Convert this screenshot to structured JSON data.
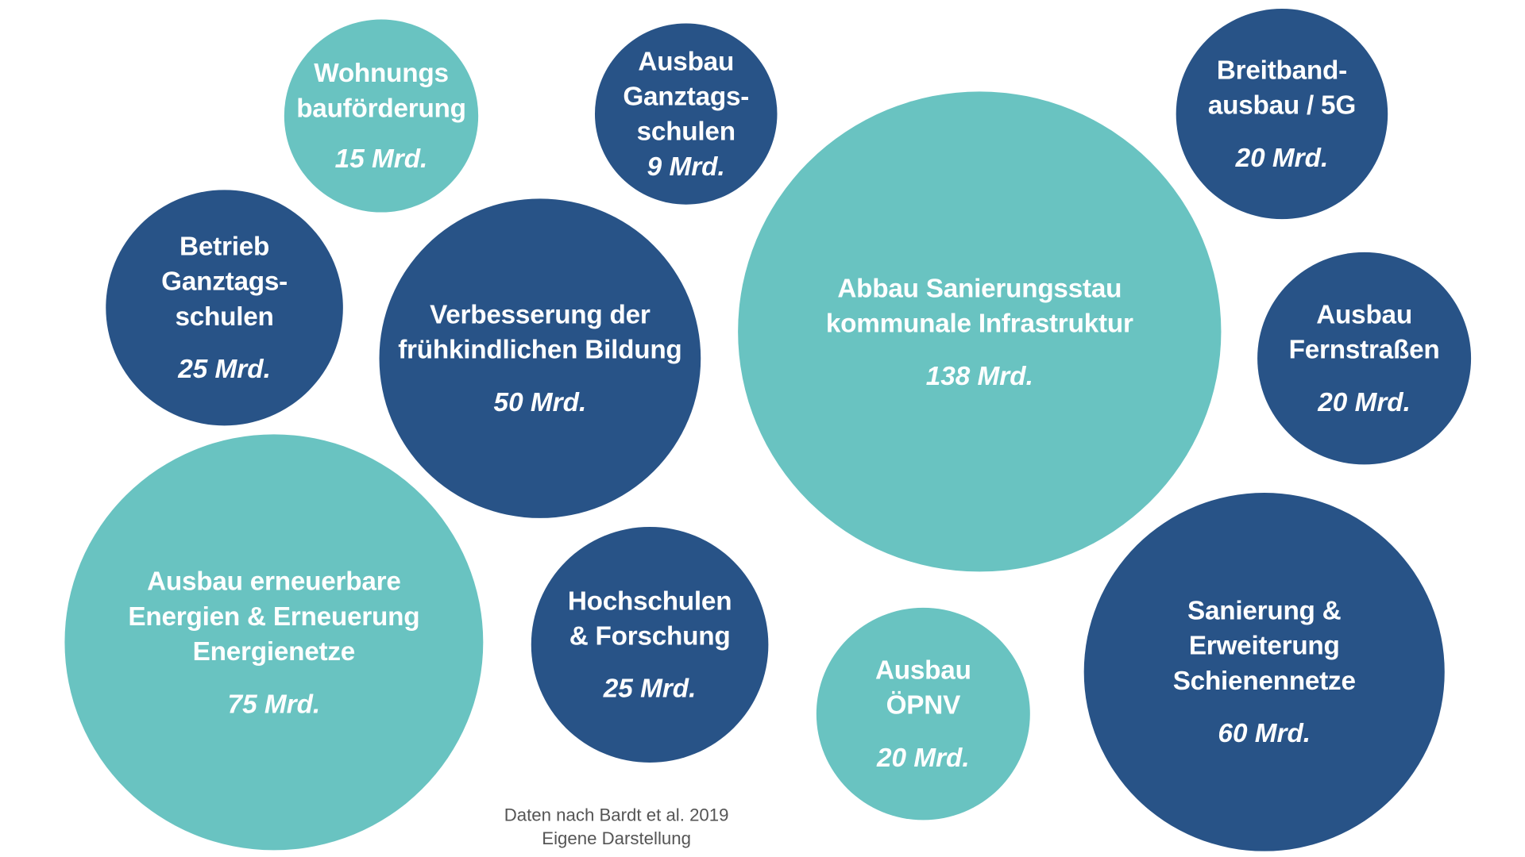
{
  "colors": {
    "teal": "#69c3c1",
    "navy": "#285387",
    "footnote": "#555555",
    "background": "#ffffff"
  },
  "chart_data": {
    "type": "bubble",
    "title": "",
    "unit": "Mrd. (Milliarden Euro)",
    "items": [
      {
        "label": "Wohnungs\nbauförderung",
        "value": 15,
        "display": "15 Mrd.",
        "color": "teal"
      },
      {
        "label": "Ausbau\nGanztags-\nschulen",
        "value": 9,
        "display": "9 Mrd.",
        "color": "navy"
      },
      {
        "label": "Breitband-\nausbau / 5G",
        "value": 20,
        "display": "20 Mrd.",
        "color": "navy"
      },
      {
        "label": "Betrieb\nGanztags-\nschulen",
        "value": 25,
        "display": "25 Mrd.",
        "color": "navy"
      },
      {
        "label": "Verbesserung der\nfrühkindlichen Bildung",
        "value": 50,
        "display": "50 Mrd.",
        "color": "navy"
      },
      {
        "label": "Abbau Sanierungsstau\nkommunale Infrastruktur",
        "value": 138,
        "display": "138 Mrd.",
        "color": "teal"
      },
      {
        "label": "Ausbau\nFernstraßen",
        "value": 20,
        "display": "20 Mrd.",
        "color": "navy"
      },
      {
        "label": "Ausbau erneuerbare\nEnergien & Erneuerung\nEnergienetze",
        "value": 75,
        "display": "75 Mrd.",
        "color": "teal"
      },
      {
        "label": "Hochschulen\n& Forschung",
        "value": 25,
        "display": "25 Mrd.",
        "color": "navy"
      },
      {
        "label": "Ausbau\nÖPNV",
        "value": 20,
        "display": "20 Mrd.",
        "color": "teal"
      },
      {
        "label": "Sanierung &\nErweiterung\nSchienennetze",
        "value": 60,
        "display": "60 Mrd.",
        "color": "navy"
      }
    ],
    "source": "Daten nach Bardt et al. 2019",
    "note": "Eigene Darstellung"
  },
  "footnote": {
    "text": "Daten nach Bardt et al. 2019\nEigene Darstellung"
  }
}
